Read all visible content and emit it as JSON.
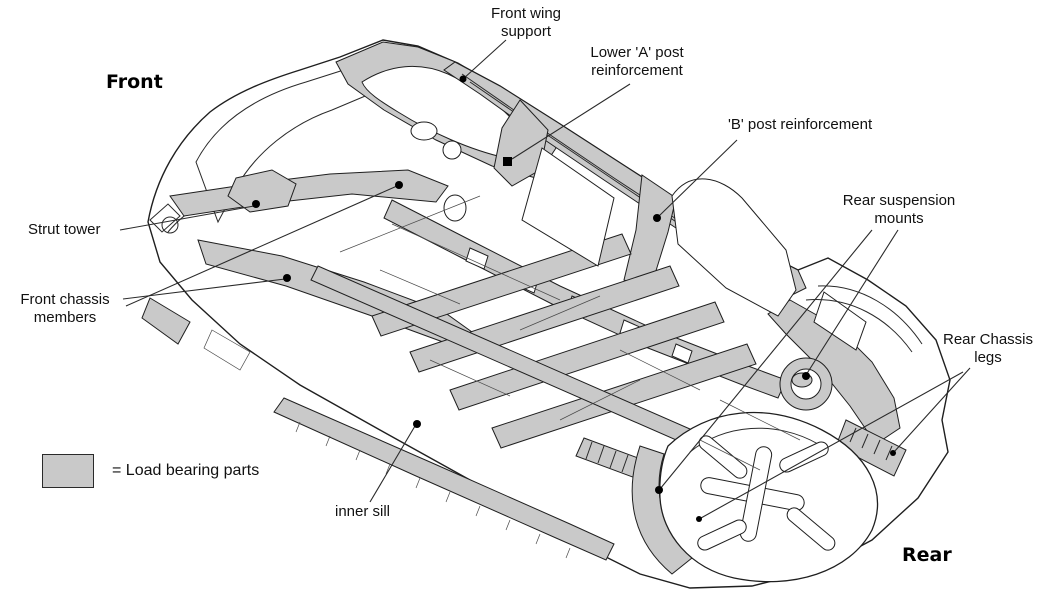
{
  "diagram": {
    "type": "technical-illustration",
    "orientation_labels": {
      "front": "Front",
      "rear": "Rear"
    },
    "legend": {
      "text": "= Load bearing parts",
      "swatch_color": "#c9c9c9"
    },
    "colors": {
      "load_bearing_fill": "#c9c9c9",
      "outline": "#1f1f1f",
      "background": "#ffffff"
    },
    "callouts": [
      {
        "id": "front-wing-support",
        "text": "Front wing support"
      },
      {
        "id": "lower-a-post-reinforcement",
        "text": "Lower 'A' post reinforcement"
      },
      {
        "id": "b-post-reinforcement",
        "text": "'B' post reinforcement"
      },
      {
        "id": "rear-suspension-mounts",
        "text": "Rear suspension mounts"
      },
      {
        "id": "rear-chassis-legs",
        "text": "Rear Chassis legs"
      },
      {
        "id": "strut-tower",
        "text": "Strut tower"
      },
      {
        "id": "front-chassis-members",
        "text": "Front chassis members"
      },
      {
        "id": "inner-sill",
        "text": "inner sill"
      }
    ]
  }
}
